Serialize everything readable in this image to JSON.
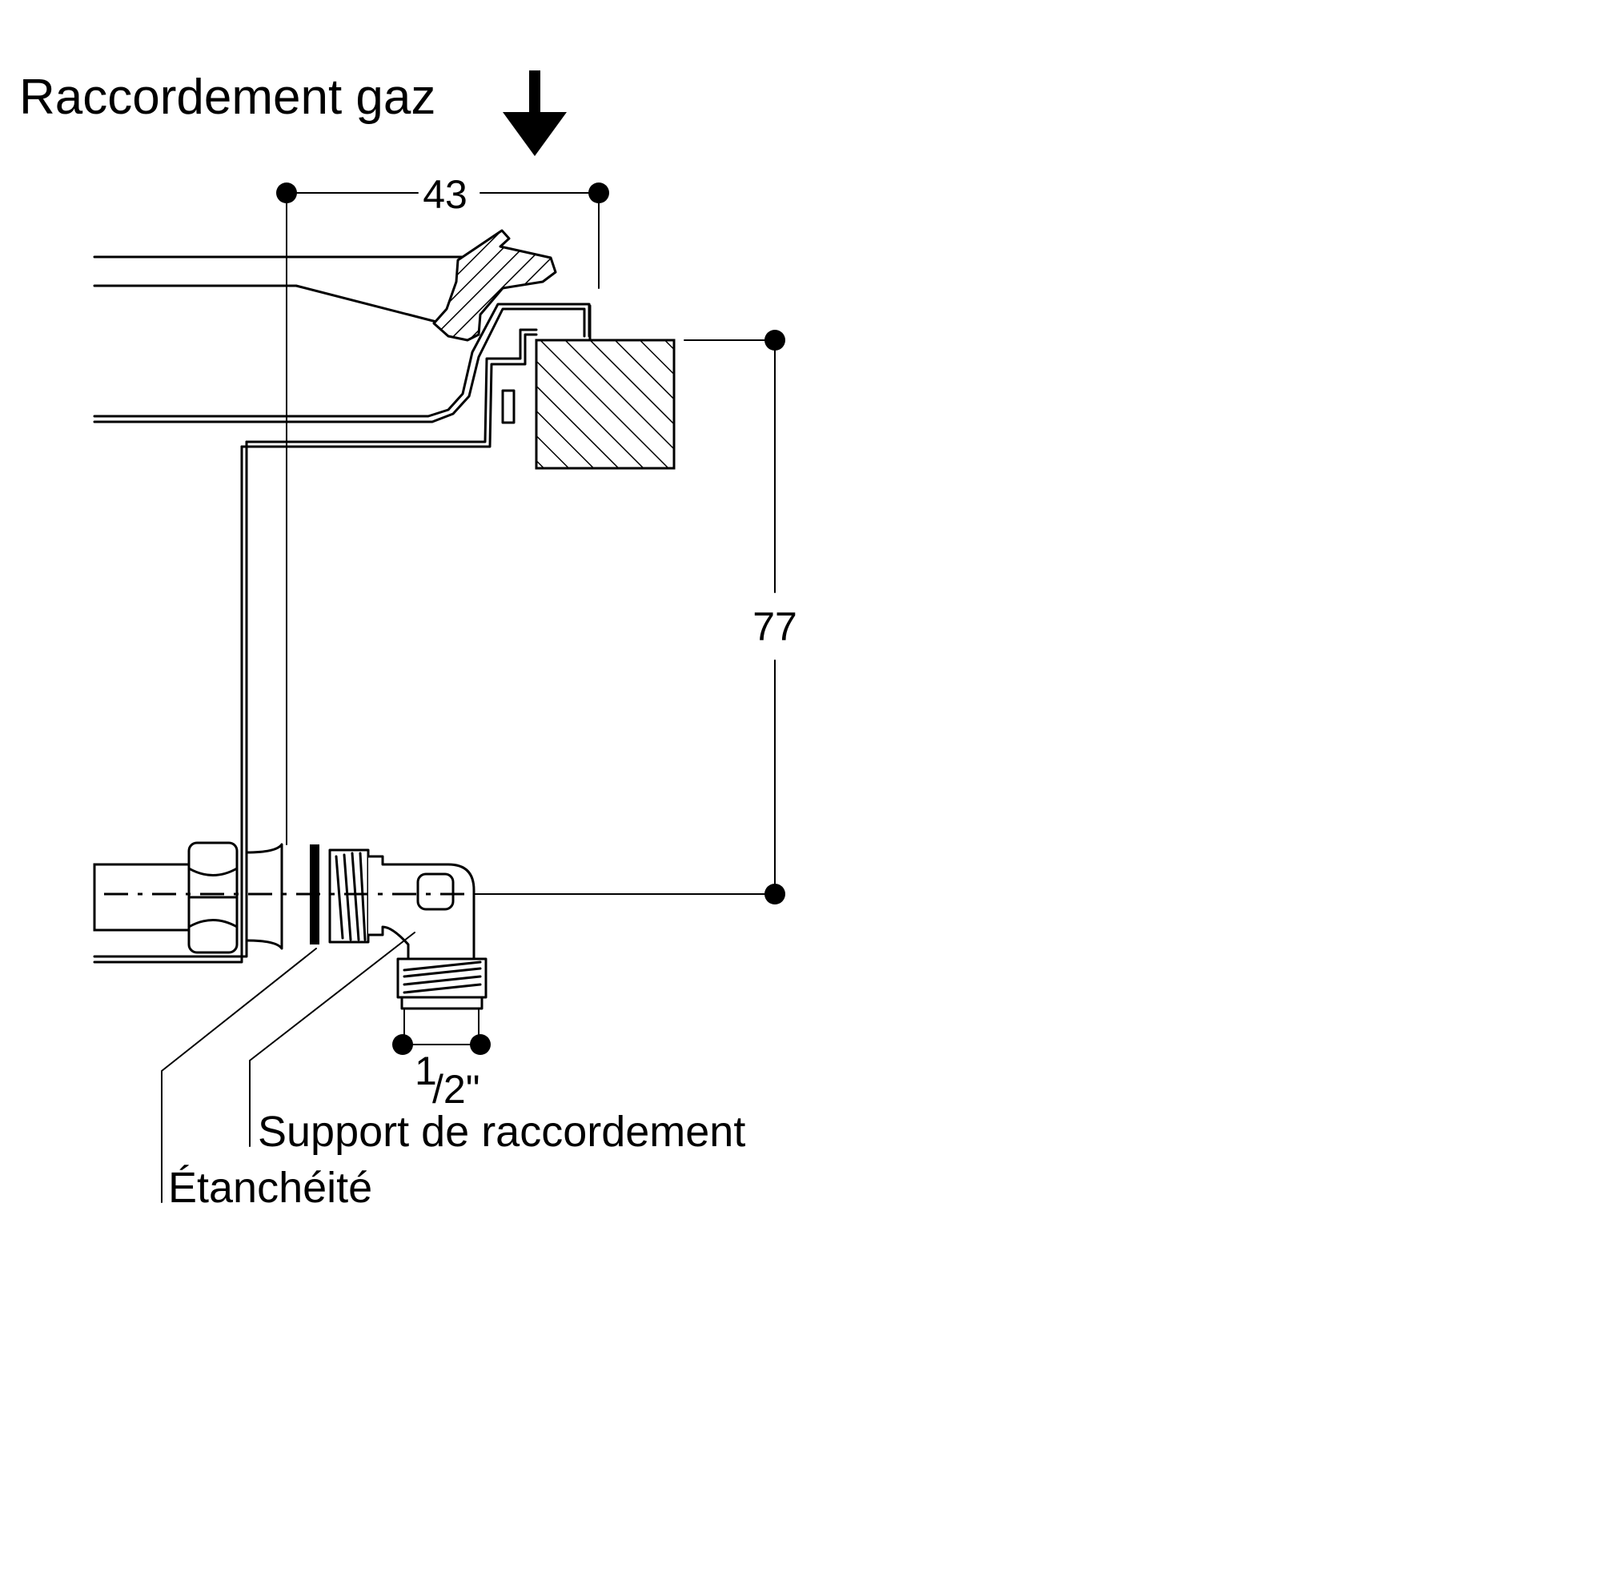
{
  "title": "Raccordement gaz",
  "dimensions": {
    "width": "43",
    "height": "77",
    "thread_num": "1",
    "thread_den": "/2\""
  },
  "labels": {
    "support": "Support de raccordement",
    "seal": "Étanchéité"
  },
  "colors": {
    "line": "#000000",
    "background": "#ffffff"
  },
  "icons": {
    "flow": "arrow-down-icon"
  }
}
